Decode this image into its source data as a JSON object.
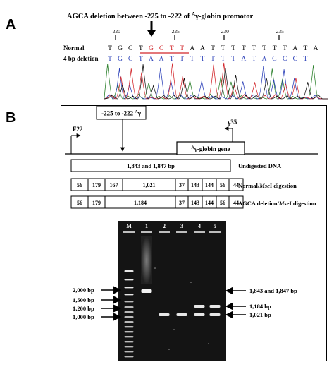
{
  "panels": {
    "a": "A",
    "b": "B"
  },
  "panel_a": {
    "title_prefix": "AGCA deletion between -225 to -222 of ",
    "title_super": "A",
    "title_suffix": "γ-globin promotor",
    "positions": [
      "-220",
      "-225",
      "-230",
      "-235"
    ],
    "rows": [
      {
        "label": "Normal",
        "bases": "T G C T G C T T A A T T T T T T T T A T A",
        "highlight": "G C T T",
        "color": "#000000"
      },
      {
        "label": "4 bp deletion",
        "bases": "T G C T A A T T T T T T T A T A G C C T",
        "color": "#2a3fb8"
      }
    ],
    "highlight_color": "#d2262b",
    "trace_colors": [
      "#2a7f2a",
      "#2a3fb8",
      "#d2262b",
      "#111111"
    ]
  },
  "panel_b": {
    "mutation_box_pre": "-225 to -222 ",
    "mutation_box_super": "A",
    "mutation_box_post": "γ",
    "primer_f": "F22",
    "primer_r": "γ35",
    "gene_super": "A",
    "gene_label": "γ-globin gene",
    "undigested": {
      "text": "1,843 and 1,847 bp",
      "label": "Undigested DNA"
    },
    "normal": {
      "fragments": [
        "56",
        "179",
        "167",
        "1,021",
        "37",
        "143",
        "144",
        "56",
        "44"
      ],
      "label_pre": "Normal/",
      "label_em": "Mse",
      "label_post": "I digestion"
    },
    "deletion": {
      "fragments": [
        "56",
        "179",
        "1,184",
        "37",
        "143",
        "144",
        "56",
        "44"
      ],
      "label_pre": "AGCA deletion/",
      "label_em": "Mse",
      "label_post": "I digestion"
    },
    "gel": {
      "lanes": [
        "M",
        "1",
        "2",
        "3",
        "4",
        "5"
      ],
      "left_markers": [
        "2,000 bp",
        "1,500 bp",
        "1,200 bp",
        "1,000 bp"
      ],
      "right_markers": [
        "1,843 and 1,847 bp",
        "1,184 bp",
        "1,021 bp"
      ]
    }
  }
}
